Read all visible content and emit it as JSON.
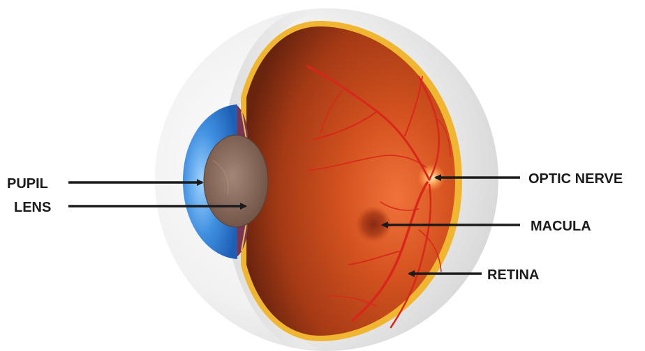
{
  "diagram": {
    "labels": {
      "pupil": "PUPIL",
      "lens": "LENS",
      "optic_nerve": "OPTIC NERVE",
      "macula": "MACULA",
      "retina": "RETINA"
    },
    "colors": {
      "label_text": "#1b1b1b",
      "sclera": "#ebebeb",
      "choroid_rim": "#f0b531",
      "retina_inner": "#c4431c",
      "cornea": "#3f8fe0",
      "lens": "#8d6e5c",
      "vessels": "#d9261b"
    },
    "icons": {
      "pointer": "arrow-icon"
    }
  }
}
